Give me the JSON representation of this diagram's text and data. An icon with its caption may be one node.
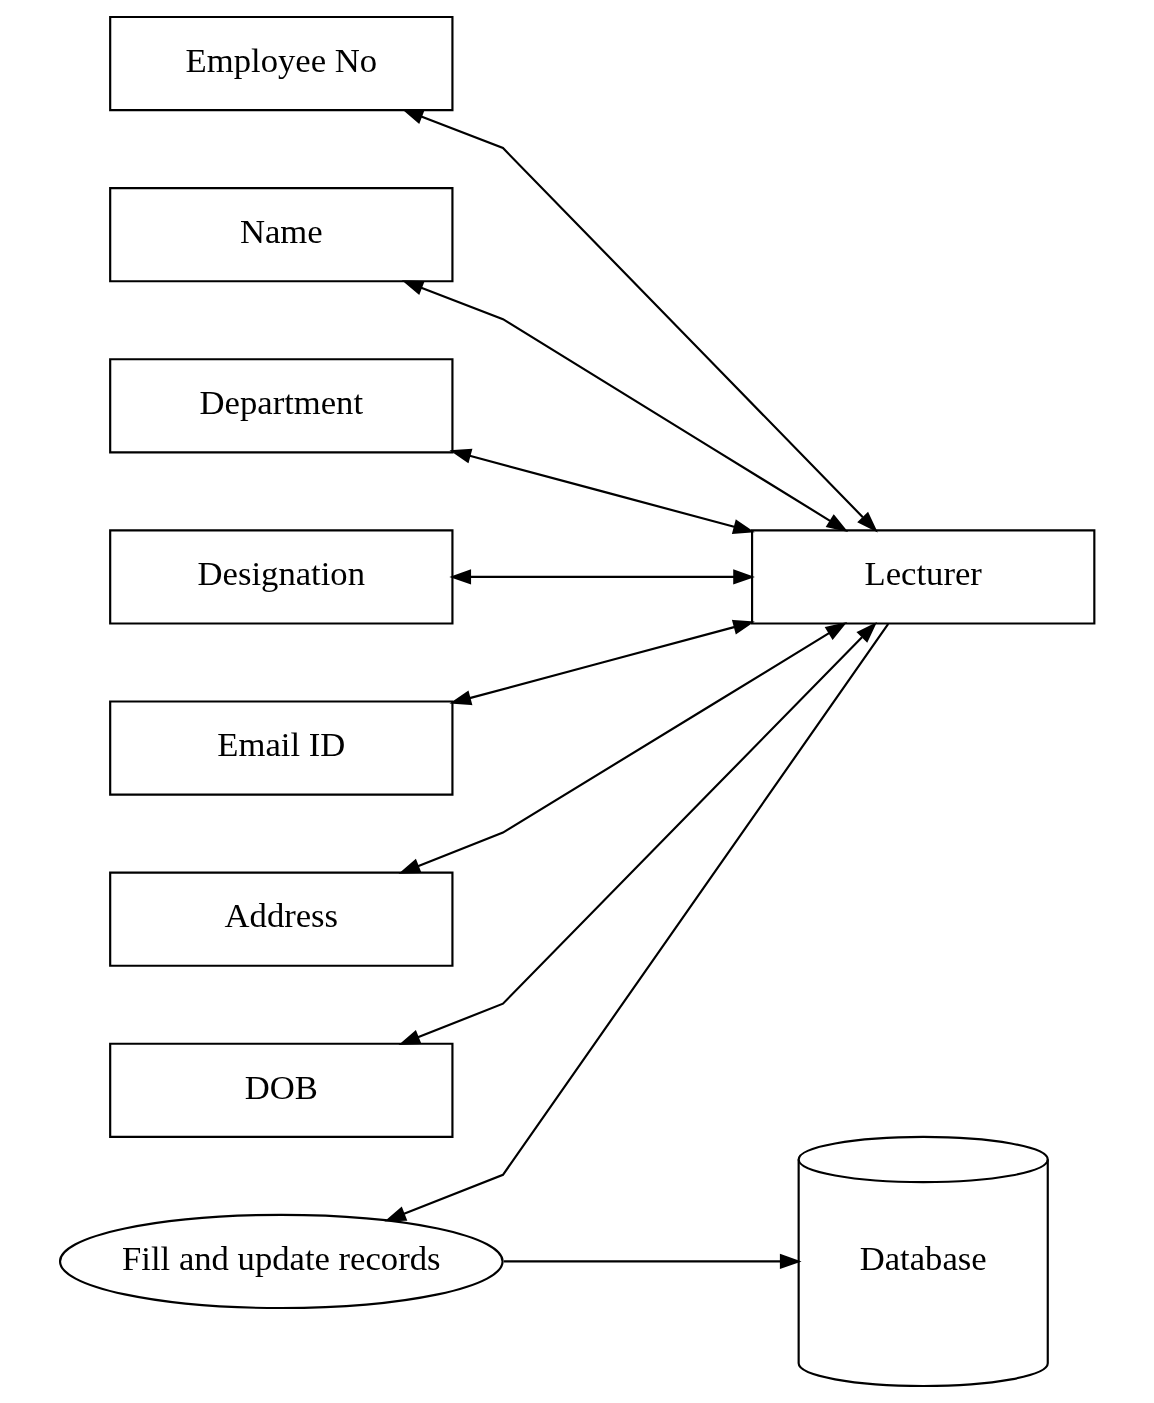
{
  "diagram": {
    "nodes": [
      {
        "text": [
          "Database"
        ]
      },
      {
        "text": [
          "Employee No"
        ]
      },
      {
        "text": [
          "Name"
        ]
      },
      {
        "text": [
          "Department"
        ]
      },
      {
        "text": [
          "Designation"
        ]
      },
      {
        "text": [
          "Email ID"
        ]
      },
      {
        "text": [
          "Address"
        ]
      },
      {
        "text": [
          "DOB"
        ]
      },
      {
        "text": [
          "Lecturer"
        ]
      },
      {
        "text": [
          "Fill and update records"
        ]
      }
    ],
    "edges": [
      {
        "from": 1,
        "to": 8,
        "arrow": "both"
      },
      {
        "from": 2,
        "to": 8,
        "arrow": "both"
      },
      {
        "from": 3,
        "to": 8,
        "arrow": "both"
      },
      {
        "from": 4,
        "to": 8,
        "arrow": "both"
      },
      {
        "from": 5,
        "to": 8,
        "arrow": "both"
      },
      {
        "from": 6,
        "to": 8,
        "arrow": "both"
      },
      {
        "from": 7,
        "to": 8,
        "arrow": "both"
      },
      {
        "from": 8,
        "to": 9,
        "arrow": "to"
      },
      {
        "from": 9,
        "to": 0,
        "arrow": "to"
      }
    ]
  }
}
